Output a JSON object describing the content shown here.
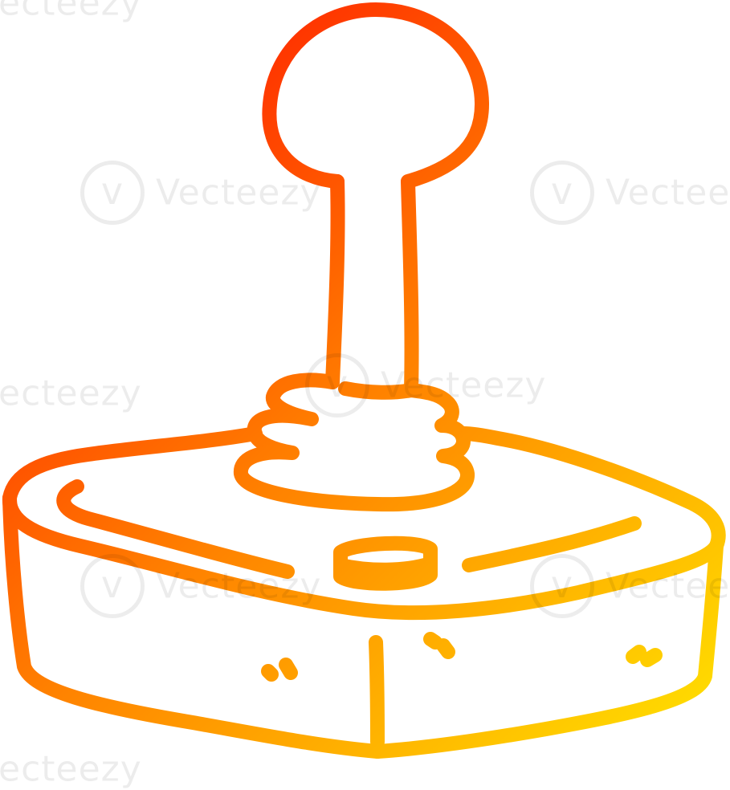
{
  "image": {
    "subject": "cartoon joystick",
    "gradient": {
      "start_color": "#ff0000",
      "mid_color": "#ff8000",
      "end_color": "#ffea00"
    },
    "background_color": "#ffffff"
  },
  "watermark": {
    "text": "Vecteezy",
    "fragment_text": "ecteezy",
    "icon": "vecteezy-logo-icon"
  }
}
